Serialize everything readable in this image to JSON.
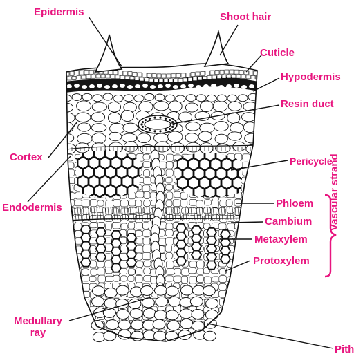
{
  "colors": {
    "label": "#e8157f",
    "line": "#111111",
    "tissue_fill": "#ffffff",
    "dark_band": "#151515"
  },
  "labels": {
    "epidermis": "Epidermis",
    "shoot_hair": "Shoot hair",
    "cuticle": "Cuticle",
    "hypodermis": "Hypodermis",
    "resin_duct": "Resin duct",
    "cortex": "Cortex",
    "pericycle": "Pericycle",
    "endodermis": "Endodermis",
    "phloem": "Phloem",
    "cambium": "Cambium",
    "metaxylem": "Metaxylem",
    "protoxylem": "Protoxylem",
    "vascular_strand": "Vascular strand",
    "medullary_ray_line1": "Medullary",
    "medullary_ray_line2": "ray",
    "pith": "Pith"
  }
}
